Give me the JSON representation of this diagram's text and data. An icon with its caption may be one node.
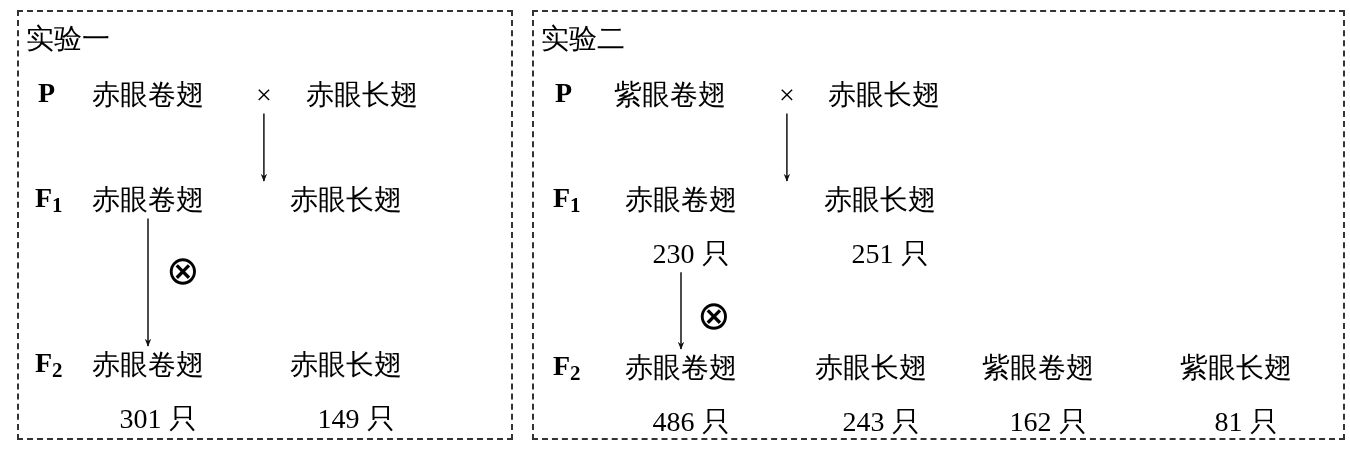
{
  "diagram": {
    "nodes": [
      {
        "text": [
          "实验一"
        ]
      },
      {
        "text": [
          "赤眼卷翅"
        ],
        "in": 0
      },
      {
        "text": [
          "×"
        ],
        "in": 0
      },
      {
        "text": [
          "赤眼长翅"
        ],
        "in": 0
      },
      {
        "text": [
          "赤眼卷翅"
        ],
        "in": 0
      },
      {
        "text": [
          "赤眼长翅"
        ],
        "in": 0
      },
      {
        "text": [
          "赤眼卷翅",
          "301 只"
        ],
        "in": 0
      },
      {
        "text": [
          "赤眼长翅",
          "149 只"
        ],
        "in": 0
      },
      {
        "text": [
          "实验二"
        ]
      },
      {
        "text": [
          "紫眼卷翅"
        ],
        "in": 8
      },
      {
        "text": [
          "×"
        ],
        "in": 8
      },
      {
        "text": [
          "赤眼长翅"
        ],
        "in": 8
      },
      {
        "text": [
          "赤眼卷翅",
          "230 只"
        ],
        "in": 8
      },
      {
        "text": [
          "赤眼长翅",
          "251 只"
        ],
        "in": 8
      },
      {
        "text": [
          "赤眼卷翅",
          "486 只"
        ],
        "in": 8
      },
      {
        "text": [
          "赤眼长翅",
          "243 只"
        ],
        "in": 8
      },
      {
        "text": [
          "紫眼卷翅",
          "162 只"
        ],
        "in": 8
      },
      {
        "text": [
          "紫眼长翅",
          "81 只"
        ],
        "in": 8
      }
    ],
    "edges": [
      {
        "from": 2,
        "to": 5,
        "arrow": "to"
      },
      {
        "from": 4,
        "to": 6,
        "arrow": "to"
      },
      {
        "from": 10,
        "to": 13,
        "arrow": "to"
      },
      {
        "from": 12,
        "to": 14,
        "arrow": "to"
      }
    ],
    "labels": [
      "P",
      "F$_{1}$",
      "⊗",
      "F$_{2}$",
      "P",
      "F$_{1}$",
      "⊗",
      "F$_{2}$"
    ]
  }
}
